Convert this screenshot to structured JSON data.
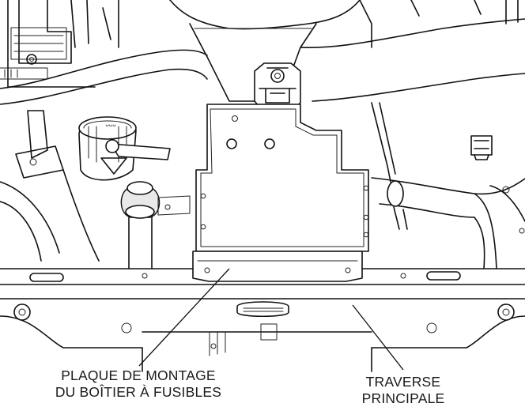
{
  "callouts": {
    "fuse_box_plate": {
      "line1": "PLAQUE DE MONTAGE",
      "line2": "DU BOÎTIER À FUSIBLES"
    },
    "main_crossmember": {
      "line1": "TRAVERSE",
      "line2": "PRINCIPALE"
    }
  },
  "colors": {
    "line": "#111111",
    "background": "#ffffff",
    "shading": "#e9e9e9"
  }
}
